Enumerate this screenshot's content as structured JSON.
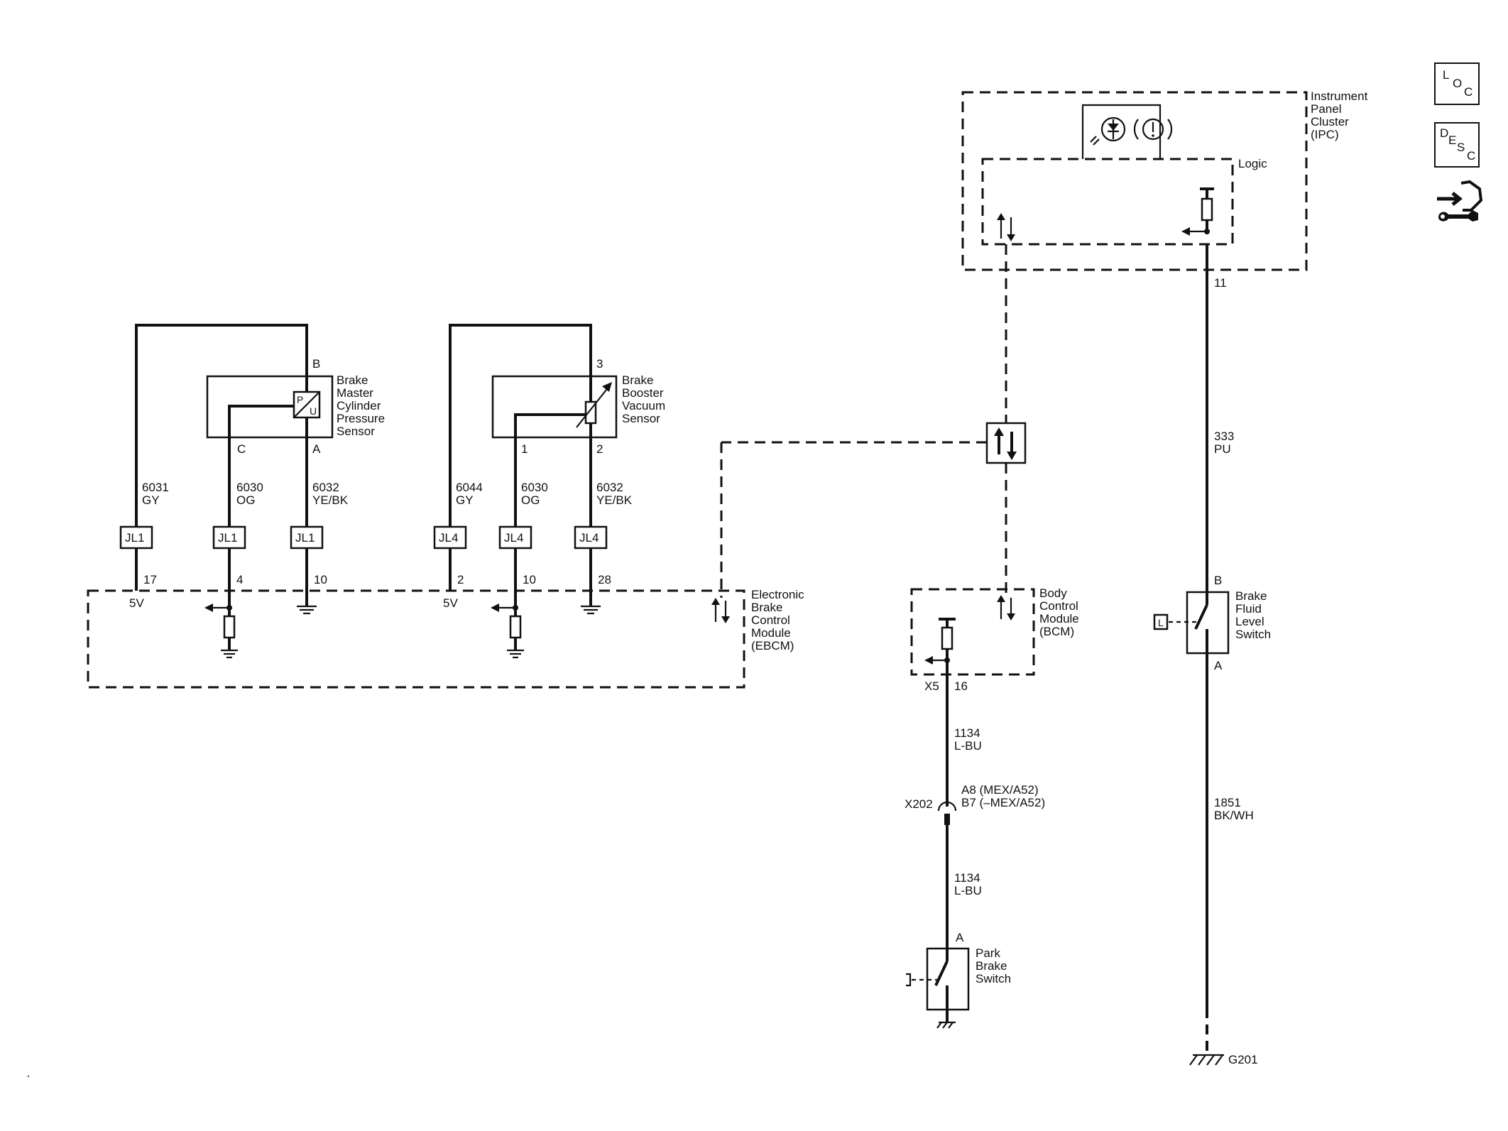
{
  "modules": {
    "ipc": {
      "l1": "Instrument",
      "l2": "Panel",
      "l3": "Cluster",
      "l4": "(IPC)"
    },
    "logic": "Logic",
    "ebcm": {
      "l1": "Electronic",
      "l2": "Brake",
      "l3": "Control",
      "l4": "Module",
      "l5": "(EBCM)"
    },
    "bcm": {
      "l1": "Body",
      "l2": "Control",
      "l3": "Module",
      "l4": "(BCM)"
    }
  },
  "sensors": {
    "bmc": {
      "l1": "Brake",
      "l2": "Master",
      "l3": "Cylinder",
      "l4": "Pressure",
      "l5": "Sensor",
      "pin_top": "B",
      "pin_c": "C",
      "pin_a": "A",
      "glyph_p": "P",
      "glyph_u": "U"
    },
    "bbv": {
      "l1": "Brake",
      "l2": "Booster",
      "l3": "Vacuum",
      "l4": "Sensor",
      "pin_top": "3",
      "pin_1": "1",
      "pin_2": "2"
    }
  },
  "wires": {
    "w6031": {
      "circuit": "6031",
      "color": "GY"
    },
    "w6030a": {
      "circuit": "6030",
      "color": "OG"
    },
    "w6032a": {
      "circuit": "6032",
      "color": "YE/BK"
    },
    "w6044": {
      "circuit": "6044",
      "color": "GY"
    },
    "w6030b": {
      "circuit": "6030",
      "color": "OG"
    },
    "w6032b": {
      "circuit": "6032",
      "color": "YE/BK"
    },
    "w333": {
      "circuit": "333",
      "color": "PU"
    },
    "w1134a": {
      "circuit": "1134",
      "color": "L-BU"
    },
    "w1134b": {
      "circuit": "1134",
      "color": "L-BU"
    },
    "w1851": {
      "circuit": "1851",
      "color": "BK/WH"
    }
  },
  "junctions": {
    "jl1": "JL1",
    "jl4": "JL4"
  },
  "ebcm_pins": {
    "p17": "17",
    "p4": "4",
    "p10a": "10",
    "p2": "2",
    "p10b": "10",
    "p28": "28",
    "v5a": "5V",
    "v5b": "5V"
  },
  "ipc_pin": "11",
  "bcm_pins": {
    "connector": "X5",
    "pin": "16"
  },
  "inline_connector": {
    "name": "X202",
    "l1": "A8 (MEX/A52)",
    "l2": "B7 (–MEX/A52)"
  },
  "park_brake": {
    "l1": "Park",
    "l2": "Brake",
    "l3": "Switch",
    "pin": "A"
  },
  "fluid_switch": {
    "l1": "Brake",
    "l2": "Fluid",
    "l3": "Level",
    "l4": "Switch",
    "pin_b": "B",
    "pin_a": "A",
    "mech": "L"
  },
  "ground": "G201",
  "side_icons": {
    "loc": {
      "a": "L",
      "b": "O",
      "c": "C"
    },
    "desc": {
      "a": "D",
      "b": "E",
      "c": "S",
      "d": "C"
    },
    "tools": "wrench-hand-icon"
  }
}
